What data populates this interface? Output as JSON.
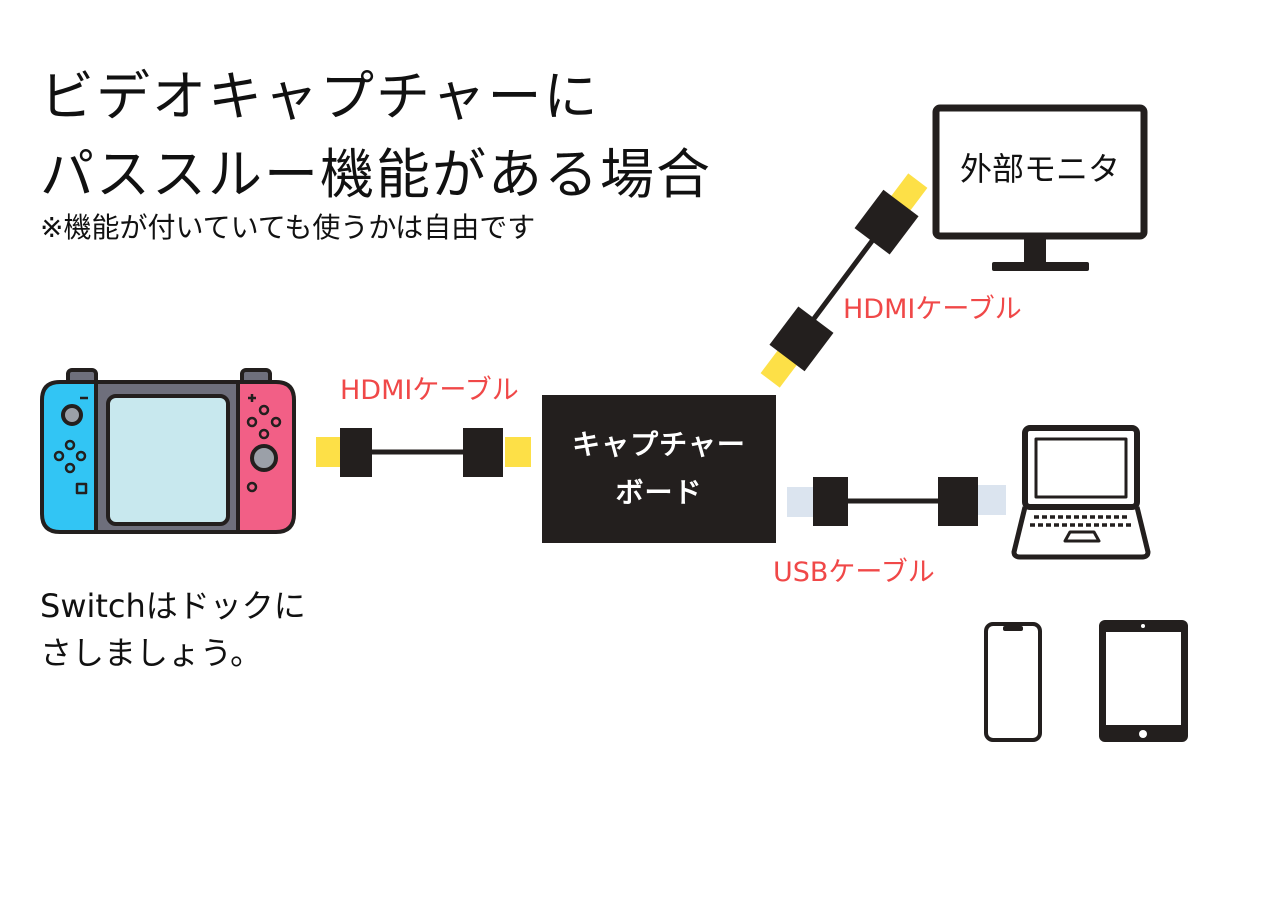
{
  "title": {
    "line1": "ビデオキャプチャーに",
    "line2": "パススルー機能がある場合"
  },
  "note": "※機能が付いていても使うかは自由です",
  "cables": {
    "hdmi_left": "HDMIケーブル",
    "hdmi_top": "HDMIケーブル",
    "usb": "USBケーブル"
  },
  "capture_board": {
    "line1": "キャプチャー",
    "line2": "ボード"
  },
  "monitor": {
    "label": "外部モニタ"
  },
  "switch_caption": {
    "line1": "Switchはドックに",
    "line2": "さしましょう。"
  },
  "colors": {
    "dark": "#231f1e",
    "hdmi_plug": "#fde047",
    "usb_plug": "#dbe4ef",
    "cable_label": "#f04848",
    "joycon_left": "#32c5f4",
    "joycon_right": "#f25f86",
    "screen": "#c8e8ee",
    "console_body": "#6e6f7c"
  }
}
